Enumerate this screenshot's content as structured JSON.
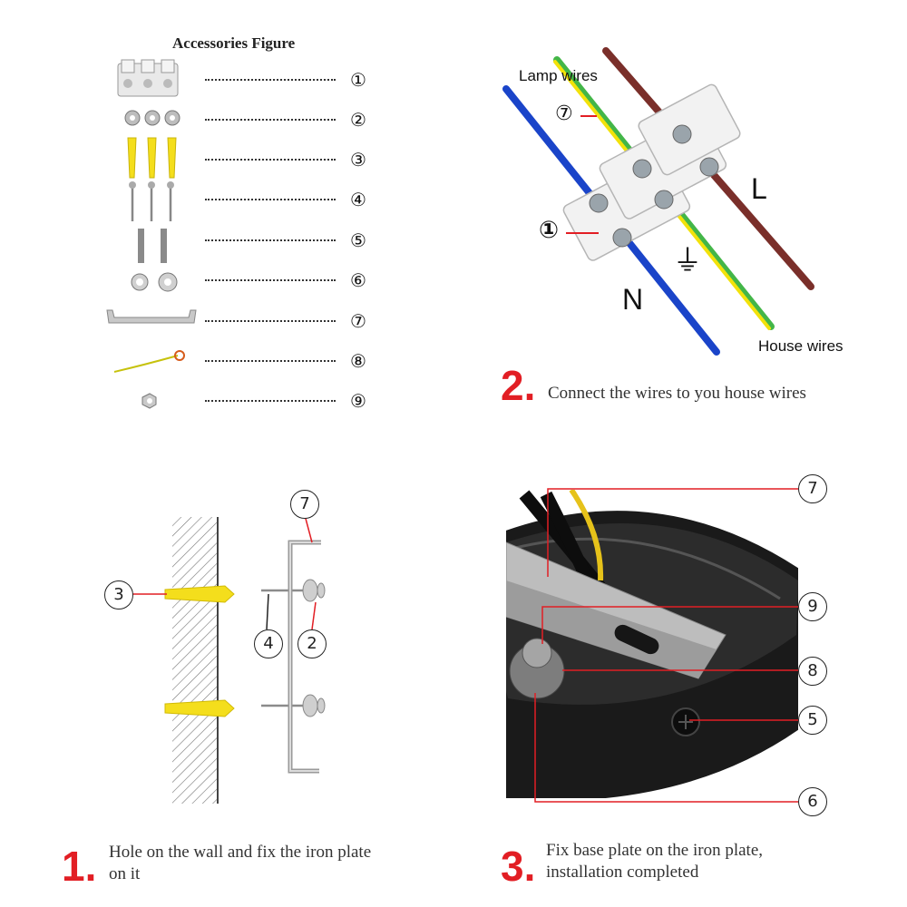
{
  "accessories": {
    "title": "Accessories Figure",
    "items": [
      "①",
      "②",
      "③",
      "④",
      "⑤",
      "⑥",
      "⑦",
      "⑧",
      "⑨"
    ]
  },
  "step2": {
    "number": "2.",
    "text": "Connect the wires to you house wires",
    "lamp_wires_label": "Lamp wires",
    "house_wires_label": "House wires",
    "callout_7": "⑦",
    "callout_1": "①",
    "live_label": "L",
    "neutral_label": "N",
    "ground_symbol": "⏚"
  },
  "step1": {
    "number": "1.",
    "text_line1": "Hole on the wall and fix the iron plate",
    "text_line2": "on it",
    "callout_7": "7",
    "callout_3": "3",
    "callout_4": "4",
    "callout_2": "2"
  },
  "step3": {
    "number": "3.",
    "text_line1": "Fix base plate on the iron plate,",
    "text_line2": "installation completed",
    "callout_7": "7",
    "callout_9": "9",
    "callout_8": "8",
    "callout_5": "5",
    "callout_6": "6"
  },
  "colors": {
    "accent_red": "#e21e24",
    "wire_blue": "#1a44c9",
    "wire_brown": "#7a2f2a",
    "wire_yellow": "#f2e20a",
    "wire_green": "#43b648",
    "anchor_yellow": "#f4de1c",
    "base_black": "#1a1a1a"
  }
}
